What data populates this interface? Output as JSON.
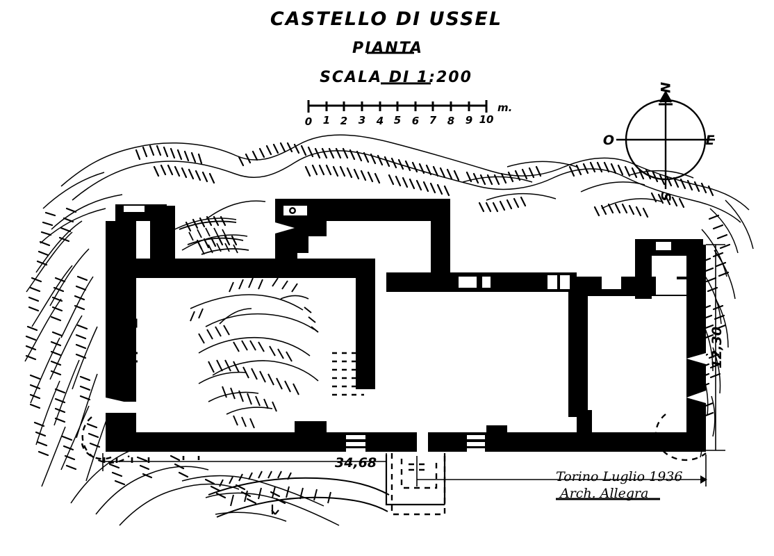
{
  "document": {
    "type": "architectural-plan",
    "title": "CASTELLO DI USSEL",
    "subtitle": "PIANTA",
    "scale_note": "SCALA DI 1:200"
  },
  "scale_bar": {
    "unit_label": "m.",
    "ticks": [
      "0",
      "1",
      "2",
      "3",
      "4",
      "5",
      "6",
      "7",
      "8",
      "9",
      "10"
    ],
    "min": 0,
    "max": 10
  },
  "compass": {
    "north": "N",
    "south": "S",
    "east": "E",
    "west": "O"
  },
  "dimensions": {
    "horizontal": "34,68",
    "vertical": "12,30"
  },
  "signature": {
    "line1": "Torino Luglio 1936",
    "line2": "Arch. Allegra"
  },
  "colors": {
    "ink": "#000000",
    "paper": "#ffffff"
  },
  "plan_features": {
    "walls": "solid-black-poche",
    "rubble": "hatched-debris",
    "stairs": "dashed-treads",
    "terrain": "contour-hachures",
    "ramp": "dashed-outline"
  }
}
